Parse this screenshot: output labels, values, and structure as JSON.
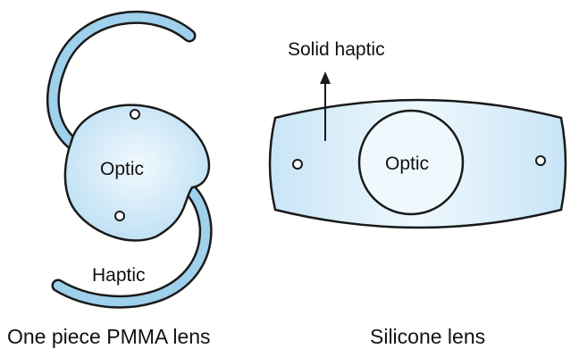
{
  "left_lens": {
    "optic_label": "Optic",
    "haptic_label": "Haptic",
    "caption": "One piece PMMA lens"
  },
  "right_lens": {
    "optic_label": "Optic",
    "haptic_label": "Solid haptic",
    "caption": "Silicone lens"
  },
  "colors": {
    "lens_fill": "#cfe8f7",
    "lens_fill_light": "#eaf5fc",
    "outline": "#1a1a1a"
  }
}
